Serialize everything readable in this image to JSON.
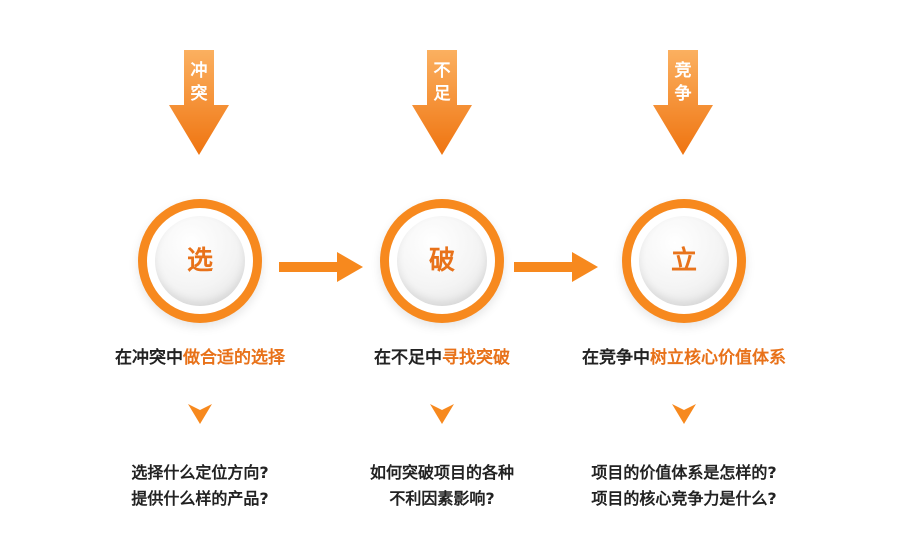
{
  "colors": {
    "accent": "#f7891e",
    "accent_dark": "#e8721a",
    "text": "#222222"
  },
  "stages": [
    {
      "arrow_label": [
        "冲",
        "突"
      ],
      "circle_char": "选",
      "caption_plain": "在冲突中",
      "caption_highlight": "做合适的选择",
      "questions": [
        "选择什么定位方向?",
        "提供什么样的产品?"
      ]
    },
    {
      "arrow_label": [
        "不",
        "足"
      ],
      "circle_char": "破",
      "caption_plain": "在不足中",
      "caption_highlight": "寻找突破",
      "questions": [
        "如何突破项目的各种",
        "不利因素影响?"
      ]
    },
    {
      "arrow_label": [
        "竞",
        "争"
      ],
      "circle_char": "立",
      "caption_plain": "在竞争中",
      "caption_highlight": "树立核心价值体系",
      "questions": [
        "项目的价值体系是怎样的?",
        "项目的核心竞争力是什么?"
      ]
    }
  ]
}
